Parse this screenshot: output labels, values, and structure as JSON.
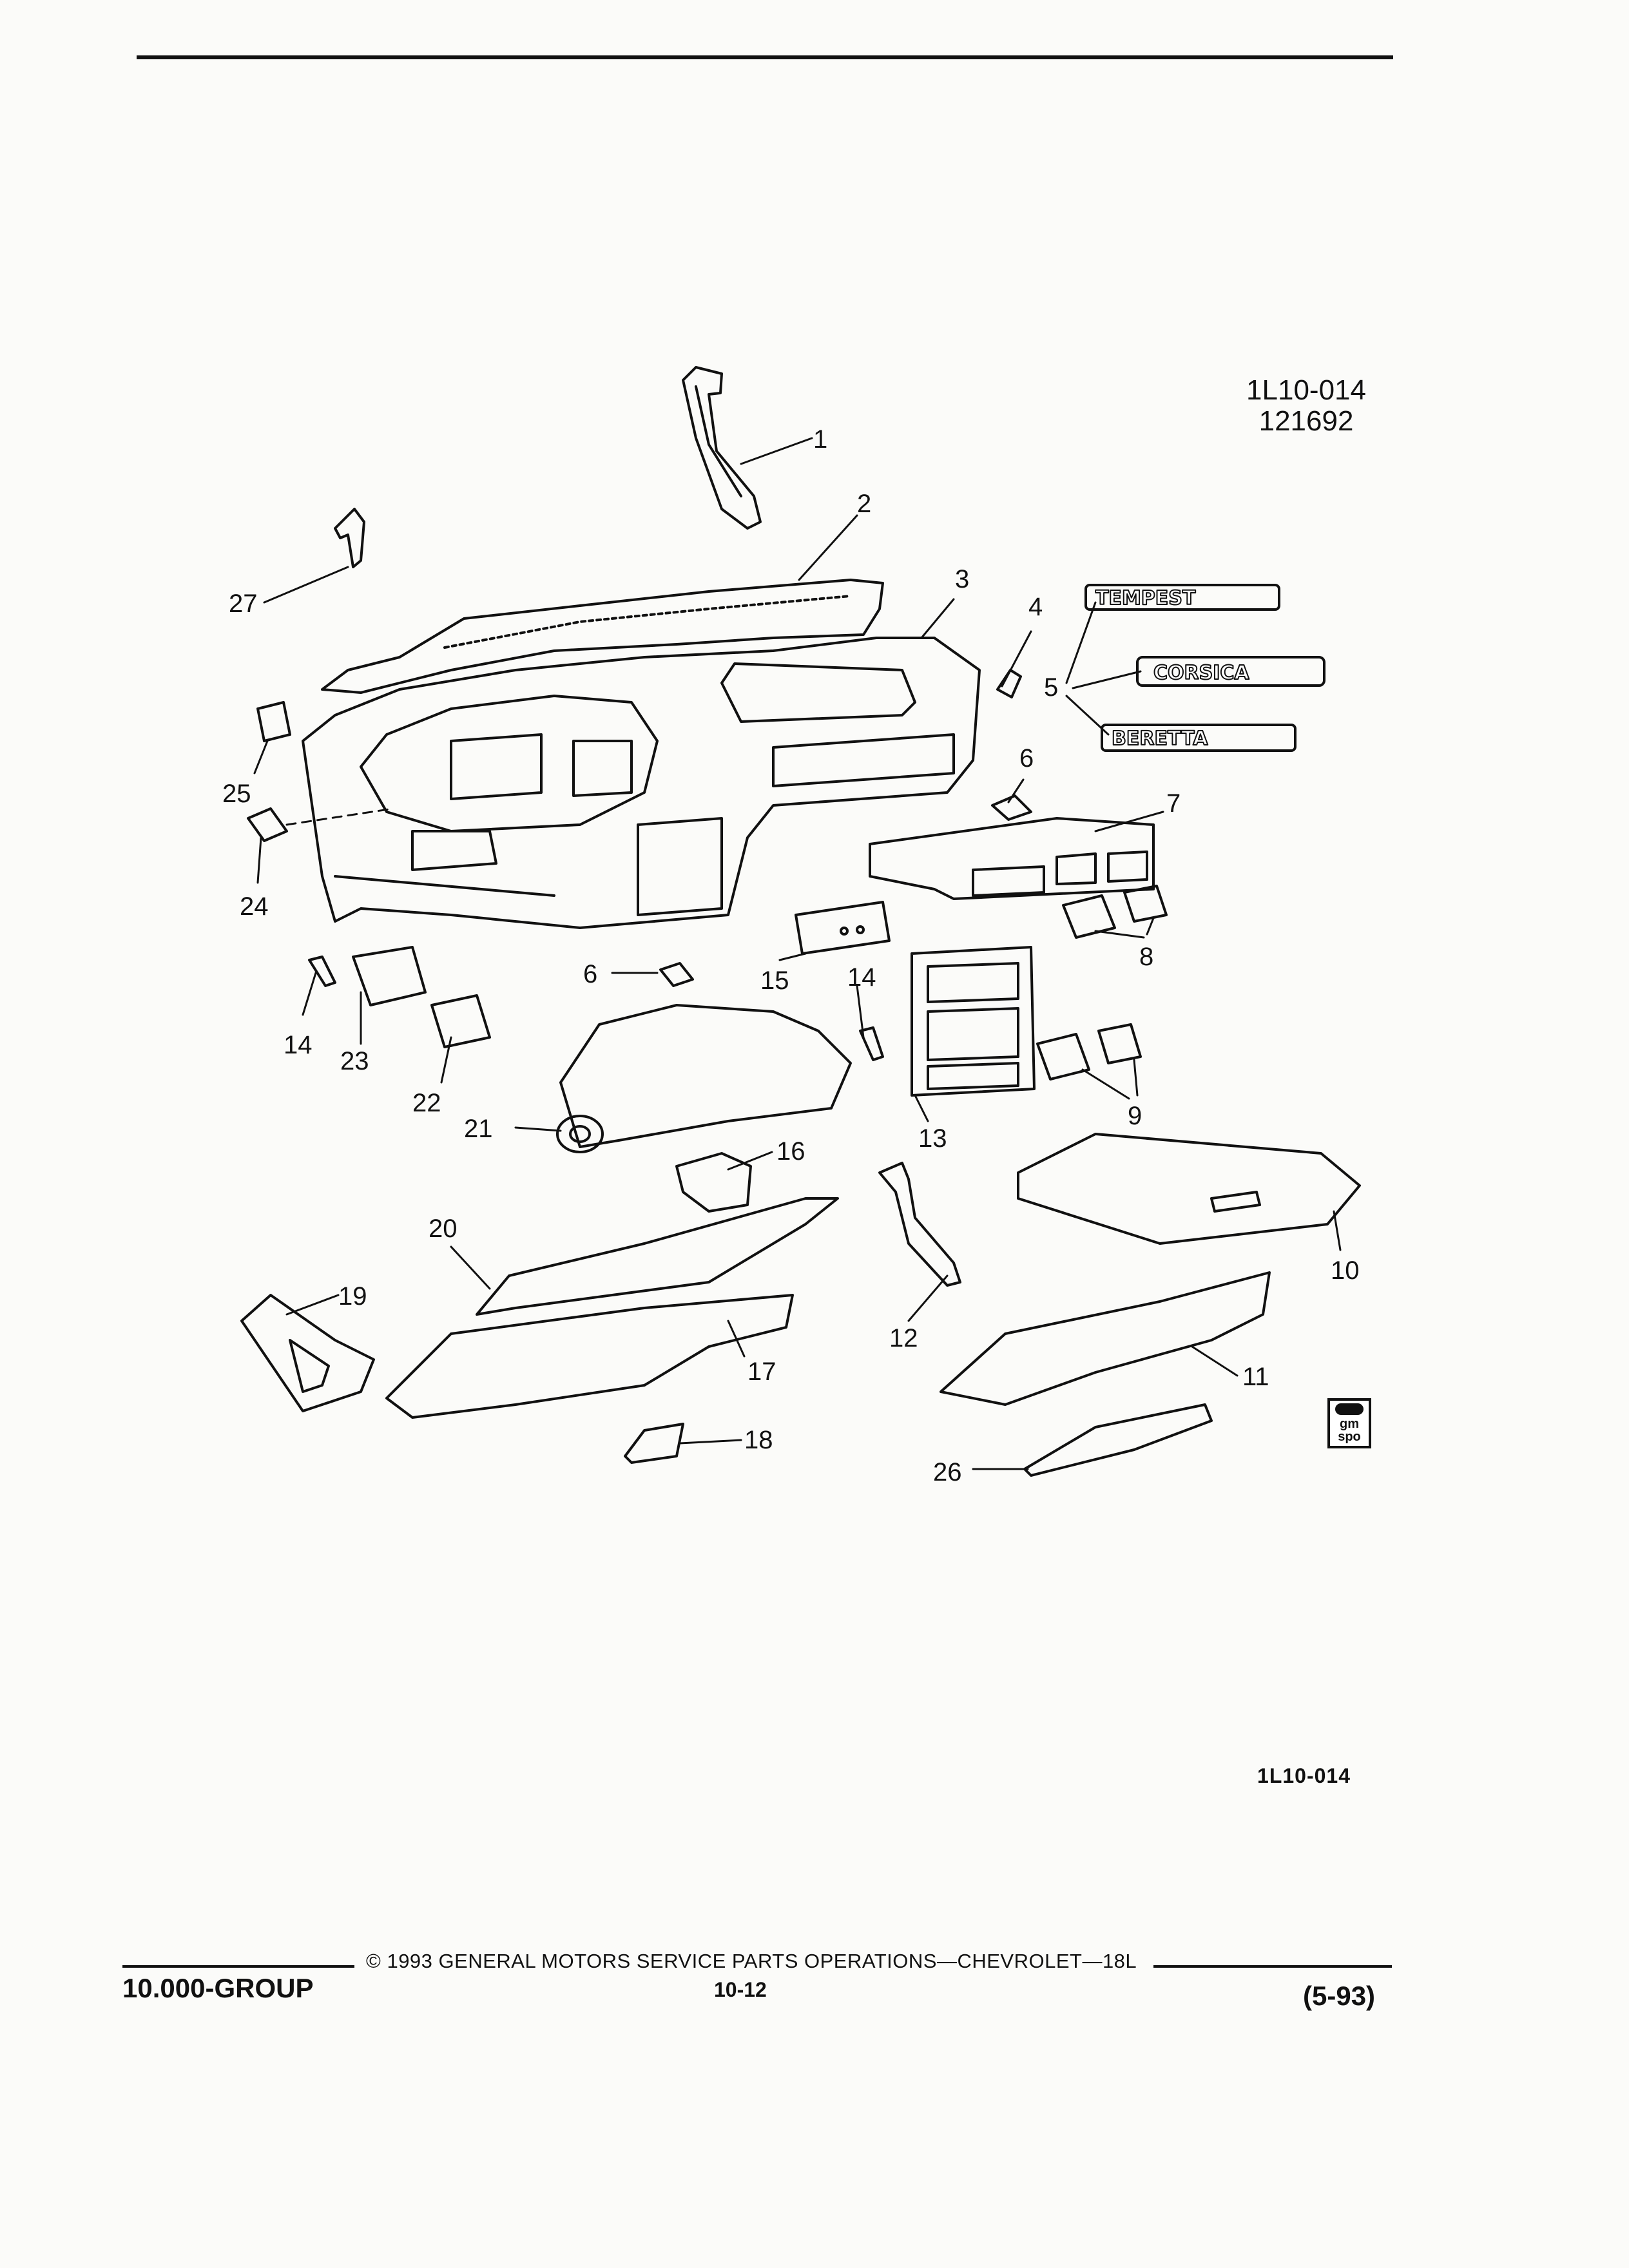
{
  "figure": {
    "id": "1L10-014",
    "date_code": "121692",
    "bottom_code": "1L10-014"
  },
  "emblems": [
    "TEMPEST",
    "CORSICA",
    "BERETTA"
  ],
  "callouts": [
    "1",
    "2",
    "3",
    "4",
    "5",
    "6",
    "6",
    "7",
    "8",
    "9",
    "10",
    "11",
    "12",
    "13",
    "14",
    "14",
    "15",
    "16",
    "17",
    "18",
    "19",
    "20",
    "21",
    "22",
    "23",
    "24",
    "25",
    "26",
    "27"
  ],
  "badge": {
    "line1": "gm",
    "line2": "spo"
  },
  "footer": {
    "copyright": "© 1993 GENERAL MOTORS SERVICE PARTS OPERATIONS—CHEVROLET—18L",
    "group": "10.000-GROUP",
    "page": "10-12",
    "date": "(5-93)"
  }
}
